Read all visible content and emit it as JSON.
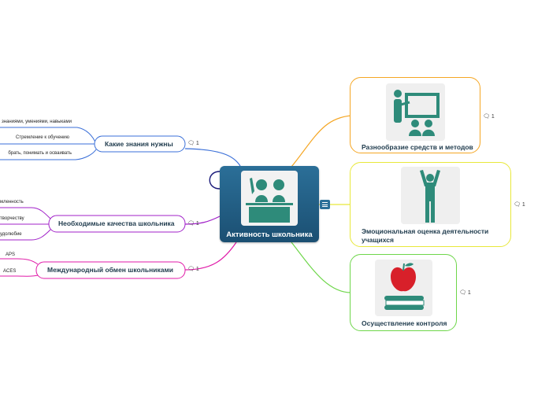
{
  "central": {
    "title": "Активность школьника"
  },
  "right": [
    {
      "label": "Разнообразие средств и методов",
      "comments": "1"
    },
    {
      "label": "Эмоциональная оценка деятельности учащихся",
      "comments": "1"
    },
    {
      "label": "Осуществление контроля",
      "comments": "1"
    }
  ],
  "left": [
    {
      "label": "Какие знания нужны",
      "comments": "1",
      "leaves": [
        "знаниями, умениями, навыками",
        "Стремление к обучению",
        "брать, понимать и осваивать"
      ]
    },
    {
      "label": "Необходимые качества школьника",
      "comments": "1",
      "leaves": [
        "мленность",
        "творчеству",
        "удолюбие"
      ]
    },
    {
      "label": "Международный обмен школьниками",
      "comments": "1",
      "leaves": [
        "APS",
        "ACES"
      ]
    }
  ],
  "comment_icon": "speech-bubble-icon",
  "colors": {
    "central": "#1b4f72",
    "orange": "#f5a623",
    "yellow": "#e8e83a",
    "green": "#6ed64a",
    "blue": "#3a6fd8",
    "purple": "#a020c8",
    "magenta": "#e01aa8",
    "navy": "#1a1a7a"
  }
}
